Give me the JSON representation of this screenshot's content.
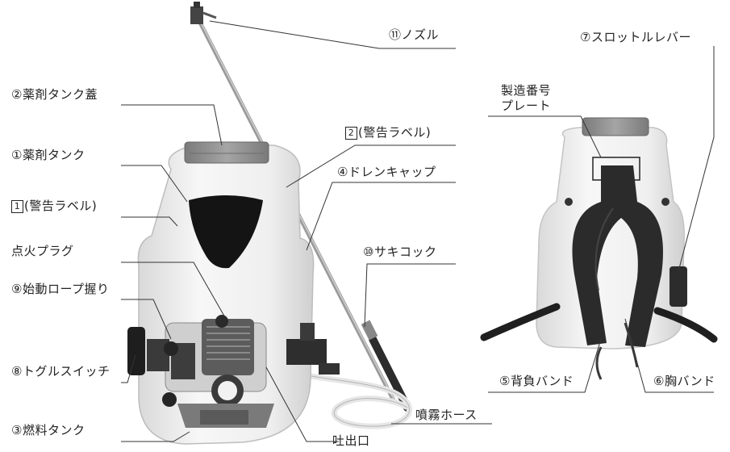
{
  "labels": {
    "nozzle": "⑪ノズル",
    "chemical_tank_lid": "②薬剤タンク蓋",
    "chemical_tank": "①薬剤タンク",
    "warning_label_1_box": "1",
    "warning_label_1_text": "(警告ラベル)",
    "warning_label_2_box": "2",
    "warning_label_2_text": "(警告ラベル)",
    "drain_cap": "④ドレンキャップ",
    "spark_plug": "点火プラグ",
    "starter_rope_grip": "⑨始動ロープ握り",
    "tip_cock": "⑩サキコック",
    "toggle_switch": "⑧トグルスイッチ",
    "fuel_tank": "③燃料タンク",
    "discharge_port": "吐出口",
    "spray_hose": "噴霧ホース",
    "throttle_lever": "⑦スロットルレバー",
    "serial_plate_line1": "製造番号",
    "serial_plate_line2": "プレート",
    "back_band": "⑤背負バンド",
    "chest_band": "⑥胸バンド"
  },
  "colors": {
    "tank": "#f4f4f4",
    "tank_shadow": "#d8d8d8",
    "lid": "#8f8f8f",
    "engine": "#5a5a5a",
    "strap": "#2b2b2b",
    "leader_line": "#333333"
  }
}
